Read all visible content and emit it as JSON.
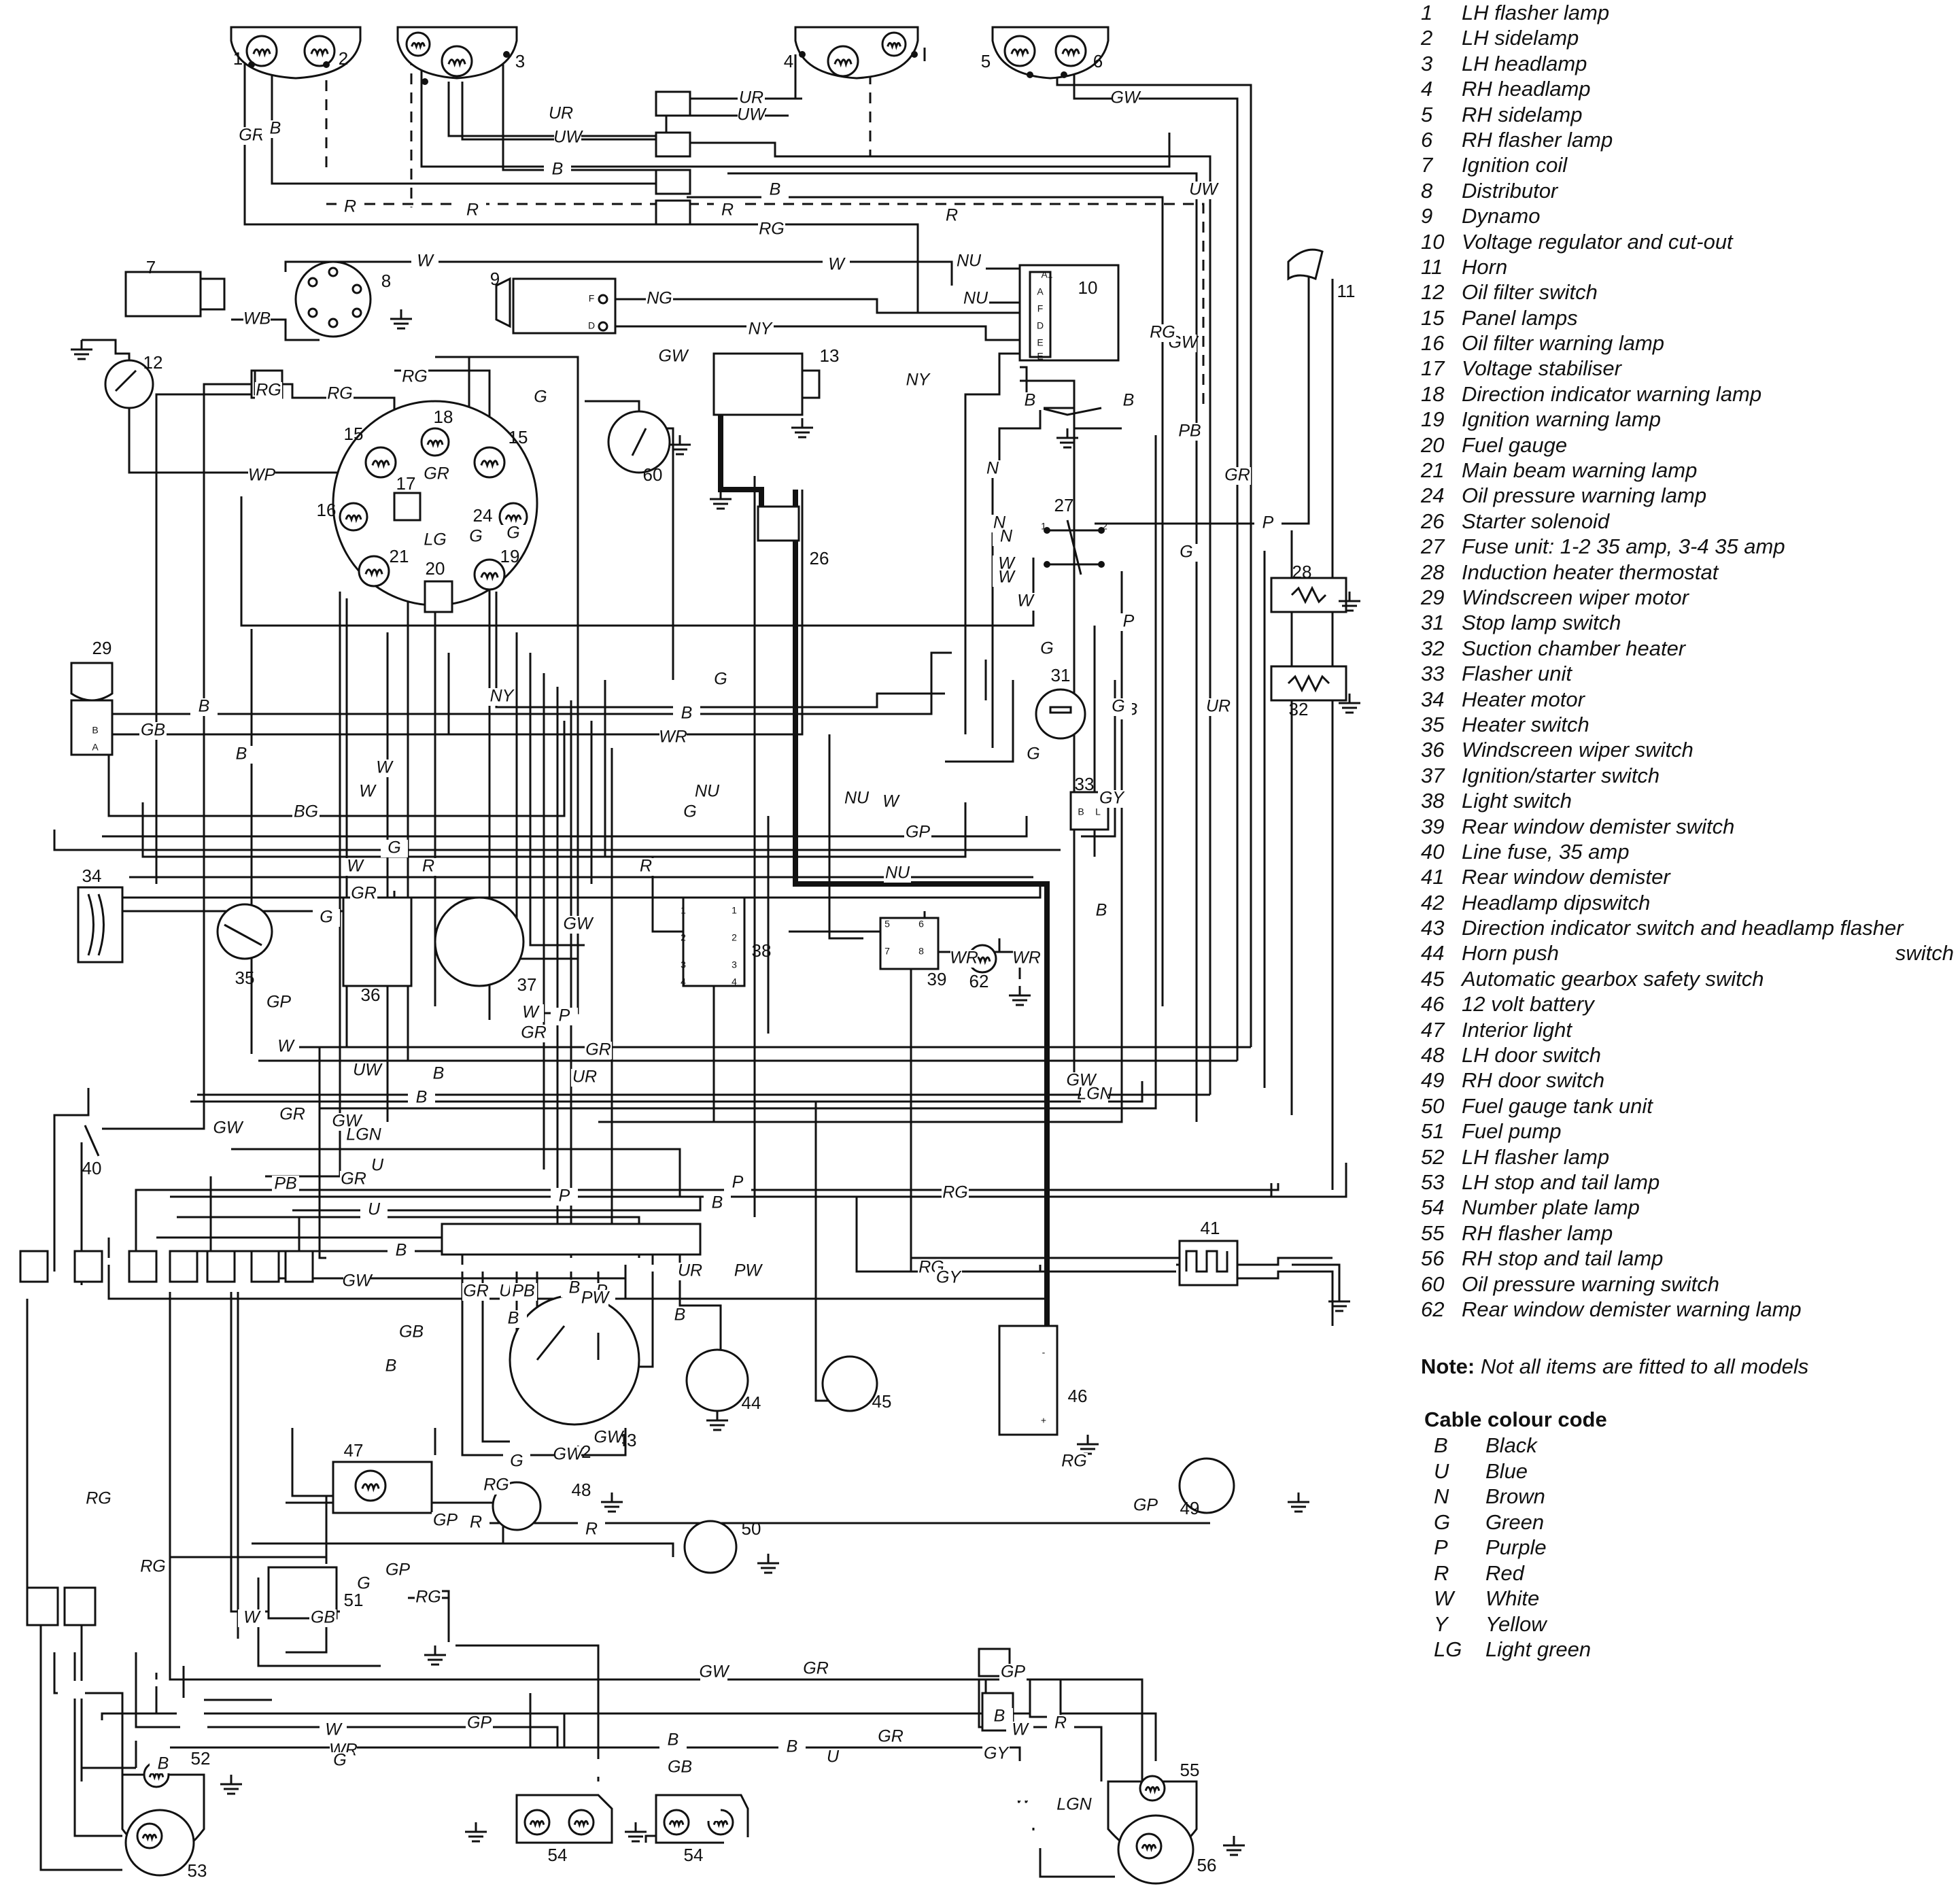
{
  "legend": [
    {
      "num": "1",
      "name": "LH flasher lamp"
    },
    {
      "num": "2",
      "name": "LH sidelamp"
    },
    {
      "num": "3",
      "name": "LH headlamp"
    },
    {
      "num": "4",
      "name": "RH headlamp"
    },
    {
      "num": "5",
      "name": "RH sidelamp"
    },
    {
      "num": "6",
      "name": "RH flasher lamp"
    },
    {
      "num": "7",
      "name": "Ignition coil"
    },
    {
      "num": "8",
      "name": "Distributor"
    },
    {
      "num": "9",
      "name": "Dynamo"
    },
    {
      "num": "10",
      "name": "Voltage regulator and cut-out"
    },
    {
      "num": "11",
      "name": "Horn"
    },
    {
      "num": "12",
      "name": "Oil filter switch"
    },
    {
      "num": "15",
      "name": "Panel lamps"
    },
    {
      "num": "16",
      "name": "Oil filter warning lamp"
    },
    {
      "num": "17",
      "name": "Voltage stabiliser"
    },
    {
      "num": "18",
      "name": "Direction indicator warning lamp"
    },
    {
      "num": "19",
      "name": "Ignition warning lamp"
    },
    {
      "num": "20",
      "name": "Fuel gauge"
    },
    {
      "num": "21",
      "name": "Main beam warning lamp"
    },
    {
      "num": "24",
      "name": "Oil pressure warning lamp"
    },
    {
      "num": "26",
      "name": "Starter solenoid"
    },
    {
      "num": "27",
      "name": "Fuse unit: 1-2 35 amp, 3-4 35 amp"
    },
    {
      "num": "28",
      "name": "Induction heater thermostat"
    },
    {
      "num": "29",
      "name": "Windscreen wiper motor"
    },
    {
      "num": "31",
      "name": "Stop lamp switch"
    },
    {
      "num": "32",
      "name": "Suction chamber heater"
    },
    {
      "num": "33",
      "name": "Flasher unit"
    },
    {
      "num": "34",
      "name": "Heater motor"
    },
    {
      "num": "35",
      "name": "Heater switch"
    },
    {
      "num": "36",
      "name": "Windscreen wiper switch"
    },
    {
      "num": "37",
      "name": "Ignition/starter switch"
    },
    {
      "num": "38",
      "name": "Light switch"
    },
    {
      "num": "39",
      "name": "Rear window demister switch"
    },
    {
      "num": "40",
      "name": "Line fuse, 35 amp"
    },
    {
      "num": "41",
      "name": "Rear window demister"
    },
    {
      "num": "42",
      "name": "Headlamp dipswitch"
    },
    {
      "num": "43",
      "name": "Direction indicator switch and headlamp flasher"
    },
    {
      "num": "44",
      "name": "Horn push",
      "suffix": "switch"
    },
    {
      "num": "45",
      "name": "Automatic gearbox safety switch"
    },
    {
      "num": "46",
      "name": "12 volt battery"
    },
    {
      "num": "47",
      "name": "Interior light"
    },
    {
      "num": "48",
      "name": "LH door switch"
    },
    {
      "num": "49",
      "name": "RH door switch"
    },
    {
      "num": "50",
      "name": "Fuel gauge tank unit"
    },
    {
      "num": "51",
      "name": "Fuel pump"
    },
    {
      "num": "52",
      "name": "LH flasher lamp"
    },
    {
      "num": "53",
      "name": "LH stop and tail lamp"
    },
    {
      "num": "54",
      "name": "Number plate lamp"
    },
    {
      "num": "55",
      "name": "RH flasher lamp"
    },
    {
      "num": "56",
      "name": "RH stop and tail lamp"
    },
    {
      "num": "60",
      "name": "Oil pressure warning switch"
    },
    {
      "num": "62",
      "name": "Rear window demister warning lamp"
    }
  ],
  "note": {
    "label": "Note:",
    "text": "Not all items are fitted to all models"
  },
  "cable_code": {
    "title": "Cable colour code",
    "entries": [
      {
        "code": "B",
        "name": "Black"
      },
      {
        "code": "U",
        "name": "Blue"
      },
      {
        "code": "N",
        "name": "Brown"
      },
      {
        "code": "G",
        "name": "Green"
      },
      {
        "code": "P",
        "name": "Purple"
      },
      {
        "code": "R",
        "name": "Red"
      },
      {
        "code": "W",
        "name": "White"
      },
      {
        "code": "Y",
        "name": "Yellow"
      },
      {
        "code": "LG",
        "name": "Light green"
      }
    ]
  },
  "diagram": {
    "component_numbers": [
      "1",
      "2",
      "3",
      "4",
      "5",
      "6",
      "7",
      "8",
      "9",
      "10",
      "11",
      "12",
      "13",
      "15",
      "15",
      "16",
      "17",
      "18",
      "19",
      "20",
      "21",
      "24",
      "26",
      "27",
      "28",
      "29",
      "31",
      "32",
      "33",
      "34",
      "35",
      "36",
      "37",
      "38",
      "39",
      "40",
      "41",
      "42",
      "43",
      "44",
      "45",
      "46",
      "47",
      "48",
      "49",
      "50",
      "51",
      "52",
      "53",
      "54",
      "54",
      "55",
      "56",
      "60",
      "62"
    ],
    "wire_codes": [
      "GR",
      "B",
      "UR",
      "UW",
      "UR",
      "UW",
      "B",
      "R",
      "R",
      "R",
      "RG",
      "R",
      "B",
      "GW",
      "UW",
      "W",
      "W",
      "WB",
      "NG",
      "NY",
      "NU",
      "NU",
      "NY",
      "RG",
      "RG",
      "RG",
      "GW",
      "G",
      "WP",
      "G",
      "GR",
      "LG",
      "G",
      "B",
      "B",
      "N",
      "N",
      "N",
      "W",
      "W",
      "W",
      "G",
      "P",
      "G",
      "GW",
      "GR",
      "RG",
      "PB",
      "P",
      "UR",
      "B",
      "G",
      "NY",
      "G",
      "B",
      "B",
      "WR",
      "B",
      "GB",
      "W",
      "NU",
      "NU",
      "W",
      "G",
      "GP",
      "G",
      "R",
      "R",
      "NU",
      "GR",
      "GW",
      "W",
      "W",
      "BG",
      "G",
      "GP",
      "G",
      "GY",
      "B",
      "WR",
      "WR",
      "W",
      "P",
      "GR",
      "W",
      "GR",
      "UW",
      "UR",
      "B",
      "B",
      "GR",
      "GW",
      "GW",
      "LGN",
      "U",
      "GR",
      "GW",
      "PB",
      "P",
      "RG",
      "P",
      "B",
      "UR",
      "U",
      "LGN",
      "GW",
      "RG",
      "GY",
      "B",
      "UW",
      "GR",
      "PB",
      "B",
      "P",
      "PW",
      "PW",
      "GB",
      "B",
      "B",
      "B",
      "GW",
      "GW",
      "G",
      "RG",
      "RG",
      "GP",
      "GP",
      "R",
      "R",
      "GP",
      "G",
      "RG",
      "GB",
      "W",
      "GR",
      "GW",
      "GP",
      "RG",
      "RG",
      "B",
      "R",
      "GP",
      "W",
      "GR",
      "GY",
      "B",
      "WR",
      "W",
      "B",
      "G",
      "U",
      "GB",
      "LGN",
      "W",
      "B"
    ],
    "pin_labels": [
      "F",
      "D",
      "A1",
      "A",
      "F",
      "D",
      "E",
      "E",
      "1",
      "2",
      "B",
      "L",
      "1",
      "2",
      "3",
      "4",
      "1",
      "2",
      "3",
      "4",
      "5",
      "6",
      "7",
      "8",
      "+",
      "-",
      "B",
      "A"
    ]
  }
}
